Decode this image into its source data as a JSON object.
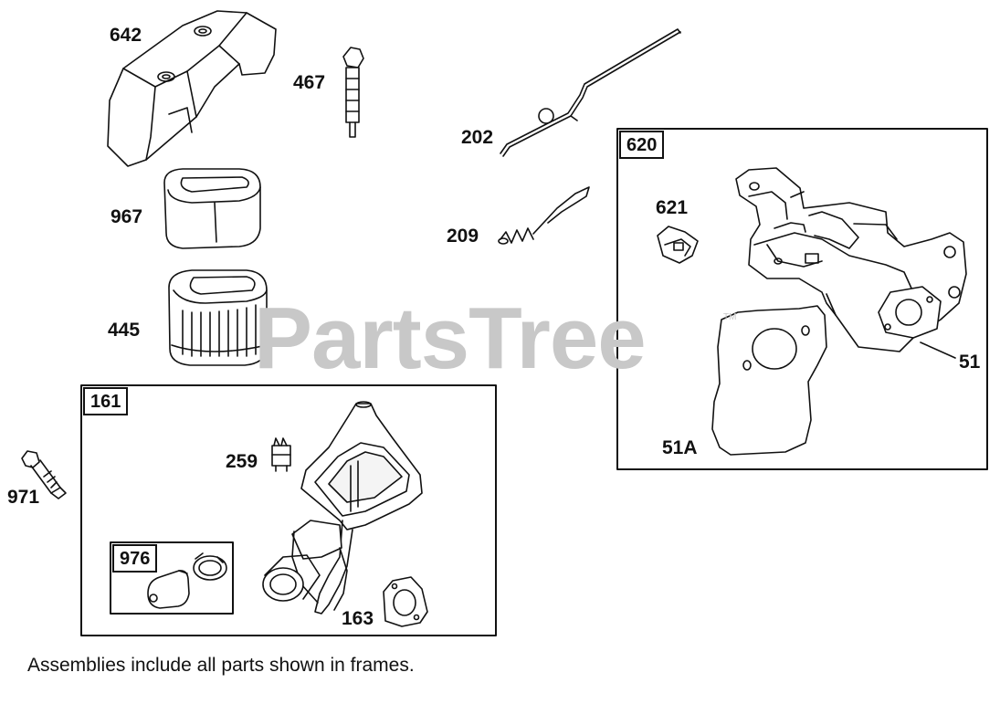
{
  "watermark": {
    "text": "PartsTree",
    "trademark": "TM"
  },
  "note": "Assemblies include all parts shown in frames.",
  "frames": {
    "f161": "161",
    "f976": "976",
    "f620": "620"
  },
  "labels": {
    "p642": "642",
    "p467": "467",
    "p967": "967",
    "p445": "445",
    "p202": "202",
    "p209": "209",
    "p621": "621",
    "p51": "51",
    "p51a": "51A",
    "p259": "259",
    "p971": "971",
    "p163": "163"
  },
  "colors": {
    "line": "#111111",
    "watermark": "#c8c8c8",
    "part_fill": "#ffffff",
    "shade": "#e9e9e9"
  }
}
